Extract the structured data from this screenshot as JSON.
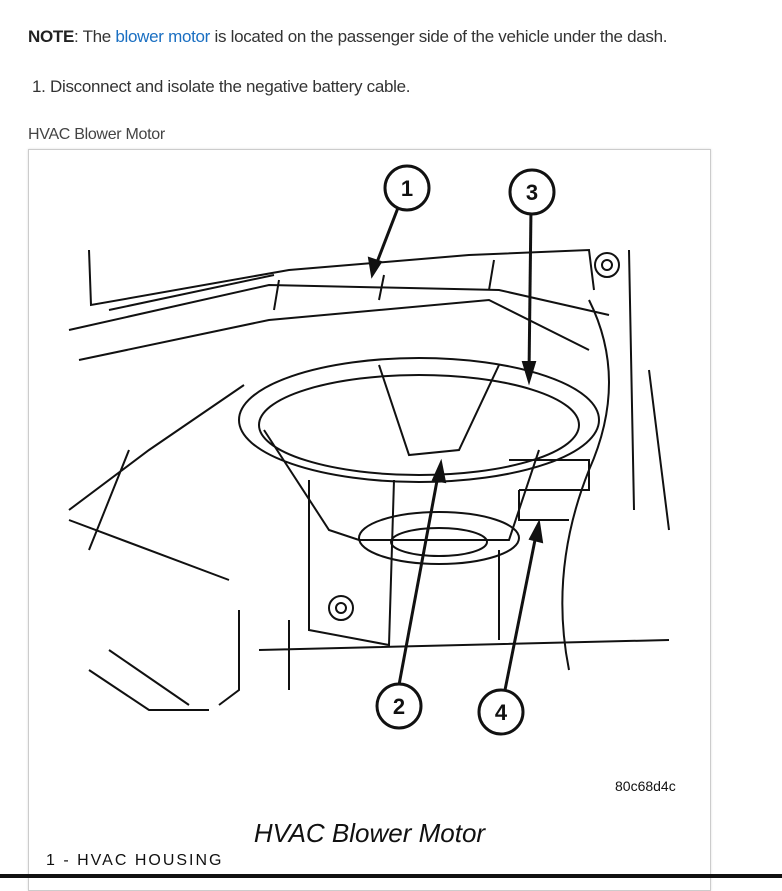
{
  "note": {
    "label": "NOTE",
    "pre": ": The ",
    "link": "blower motor",
    "post": " is located on the passenger side of the vehicle under the dash."
  },
  "steps": [
    {
      "text": "1. Disconnect and isolate the negative battery cable."
    }
  ],
  "figure": {
    "caption": "HVAC Blower Motor",
    "image_code": "80c68d4c",
    "image_title": "HVAC Blower Motor",
    "callouts": [
      "1",
      "2",
      "3",
      "4"
    ],
    "legend_partial": "1 - HVAC HOUSING"
  }
}
